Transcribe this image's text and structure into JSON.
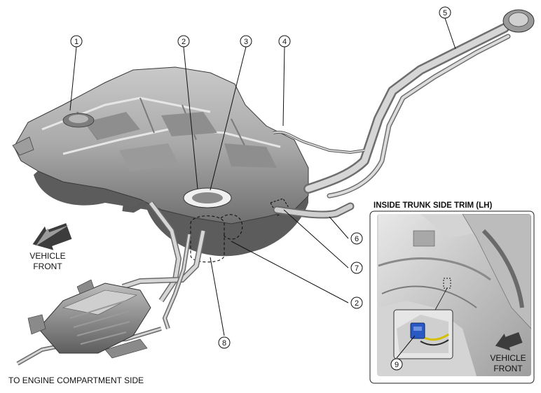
{
  "callouts": [
    "1",
    "2",
    "3",
    "4",
    "5",
    "6",
    "7",
    "2",
    "8",
    "9"
  ],
  "labels": {
    "vehicle_front_main_1": "VEHICLE",
    "vehicle_front_main_2": "FRONT",
    "engine_side": "TO ENGINE COMPARTMENT SIDE",
    "inset_title": "INSIDE TRUNK SIDE TRIM (LH)",
    "vehicle_front_inset_1": "VEHICLE",
    "vehicle_front_inset_2": "FRONT"
  }
}
